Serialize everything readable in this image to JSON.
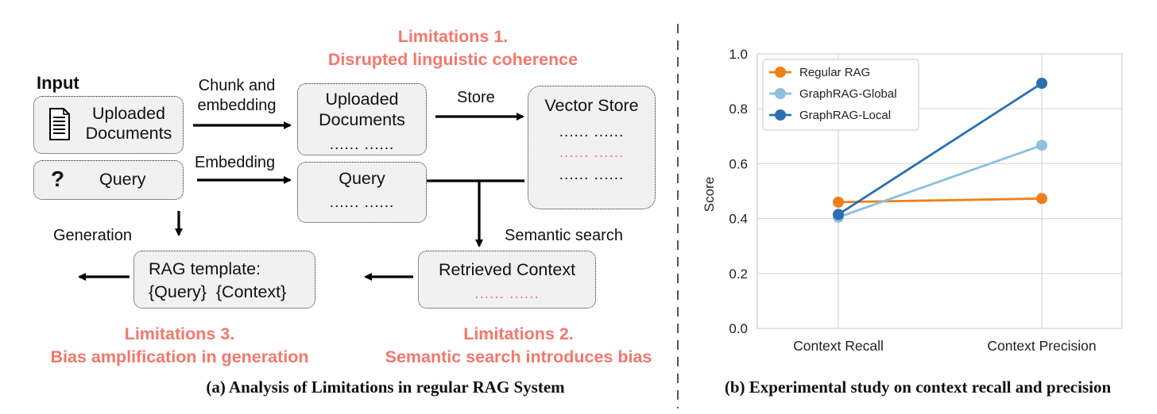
{
  "left": {
    "input_label": "Input",
    "uploaded_documents": "Uploaded Documents",
    "uploaded_documents_l1": "Uploaded",
    "uploaded_documents_l2": "Documents",
    "query": "Query",
    "question_icon": "?",
    "chunk_embed_l1": "Chunk and",
    "chunk_embed_l2": "embedding",
    "embedding": "Embedding",
    "store": "Store",
    "vector_store": "Vector Store",
    "semantic_search": "Semantic search",
    "generation": "Generation",
    "retrieved_context": "Retrieved Context",
    "rag_template_l1": "RAG template:",
    "rag_template_l2": "{Query}  {Context}",
    "dots": "...... ......",
    "limitation1_title": "Limitations 1.",
    "limitation1_desc": "Disrupted linguistic coherence",
    "limitation2_title": "Limitations 2.",
    "limitation2_desc": "Semantic search introduces bias",
    "limitation3_title": "Limitations 3.",
    "limitation3_desc": "Bias amplification in generation",
    "caption": "(a) Analysis of Limitations in regular RAG System"
  },
  "chart_data": {
    "type": "line",
    "categories": [
      "Context Recall",
      "Context Precision"
    ],
    "series": [
      {
        "name": "Regular RAG",
        "color": "#f07f1a",
        "values": [
          0.46,
          0.473
        ]
      },
      {
        "name": "GraphRAG-Global",
        "color": "#8dbfdf",
        "values": [
          0.405,
          0.667
        ]
      },
      {
        "name": "GraphRAG-Local",
        "color": "#2a70b0",
        "values": [
          0.415,
          0.893
        ]
      }
    ],
    "ylabel": "Score",
    "ylim": [
      0.0,
      1.0
    ],
    "yticks": [
      "0.0",
      "0.2",
      "0.4",
      "0.6",
      "0.8",
      "1.0"
    ],
    "grid": true,
    "legend": "top-left",
    "caption": "(b) Experimental study on context recall and precision"
  }
}
